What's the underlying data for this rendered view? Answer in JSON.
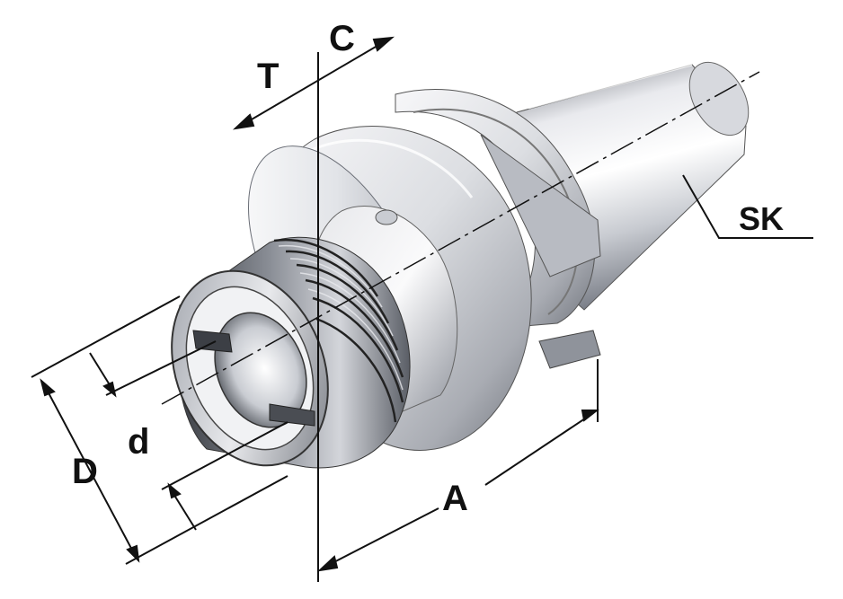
{
  "labels": {
    "T": "T",
    "C": "C",
    "SK": "SK",
    "D": "D",
    "d": "d",
    "A": "A"
  },
  "colors": {
    "metal_light": "#f4f4f6",
    "metal_mid": "#b9bcc3",
    "metal_dark": "#5c6068",
    "line": "#111111"
  }
}
